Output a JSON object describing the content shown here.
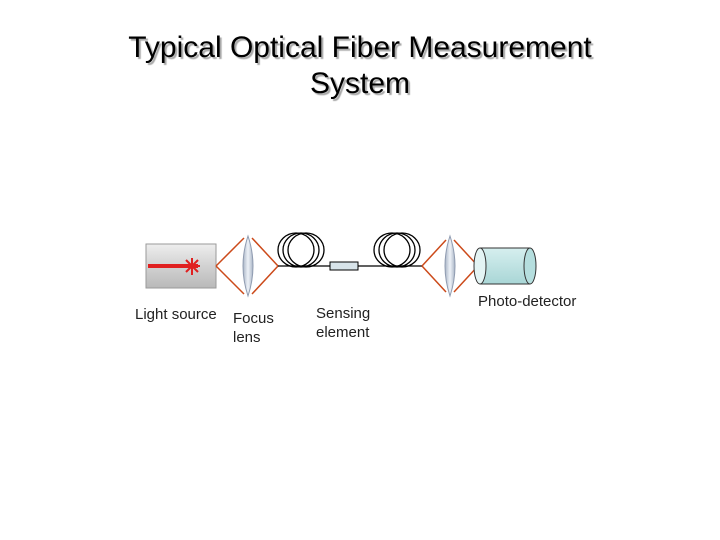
{
  "title": {
    "line1": "Typical Optical Fiber Measurement",
    "line2": "System"
  },
  "labels": {
    "light_source": "Light source",
    "focus_lens_line1": "Focus",
    "focus_lens_line2": "lens",
    "sensing_line1": "Sensing",
    "sensing_line2": "element",
    "photo_detector": "Photo-detector"
  },
  "colors": {
    "laser_beam": "#e02020",
    "light_rays": "#cc4a1a",
    "lens_fill": "#c9d2e0",
    "detector_fill": "#bfe3e3",
    "source_housing": "#d4d4d4",
    "fiber": "#000000"
  }
}
